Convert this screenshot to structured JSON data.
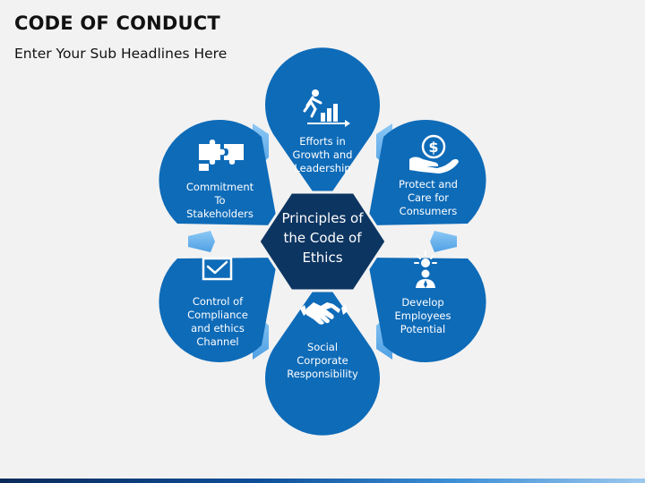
{
  "header": {
    "title": "CODE OF CONDUCT",
    "subtitle": "Enter Your Sub Headlines Here"
  },
  "diagram": {
    "center": "Principles of\nthe Code of\nEthics",
    "petals": [
      {
        "label": "Efforts in\nGrowth and\nLeadership",
        "icon": "growth-steps-icon"
      },
      {
        "label": "Protect and\nCare for\nConsumers",
        "icon": "dollar-hand-icon"
      },
      {
        "label": "Develop\nEmployees\nPotential",
        "icon": "employee-idea-icon"
      },
      {
        "label": "Social\nCorporate\nResponsibility",
        "icon": "handshake-icon"
      },
      {
        "label": "Control of\nCompliance\nand ethics\nChannel",
        "icon": "checkbox-icon"
      },
      {
        "label": "Commitment\nTo\nStakeholders",
        "icon": "puzzle-icon"
      }
    ],
    "colors": {
      "petal": "#0e6bb8",
      "petal_dark": "#0a5596",
      "connector": "#6fb6ee",
      "center": "#0d3561",
      "background": "#f2f2f2"
    }
  }
}
